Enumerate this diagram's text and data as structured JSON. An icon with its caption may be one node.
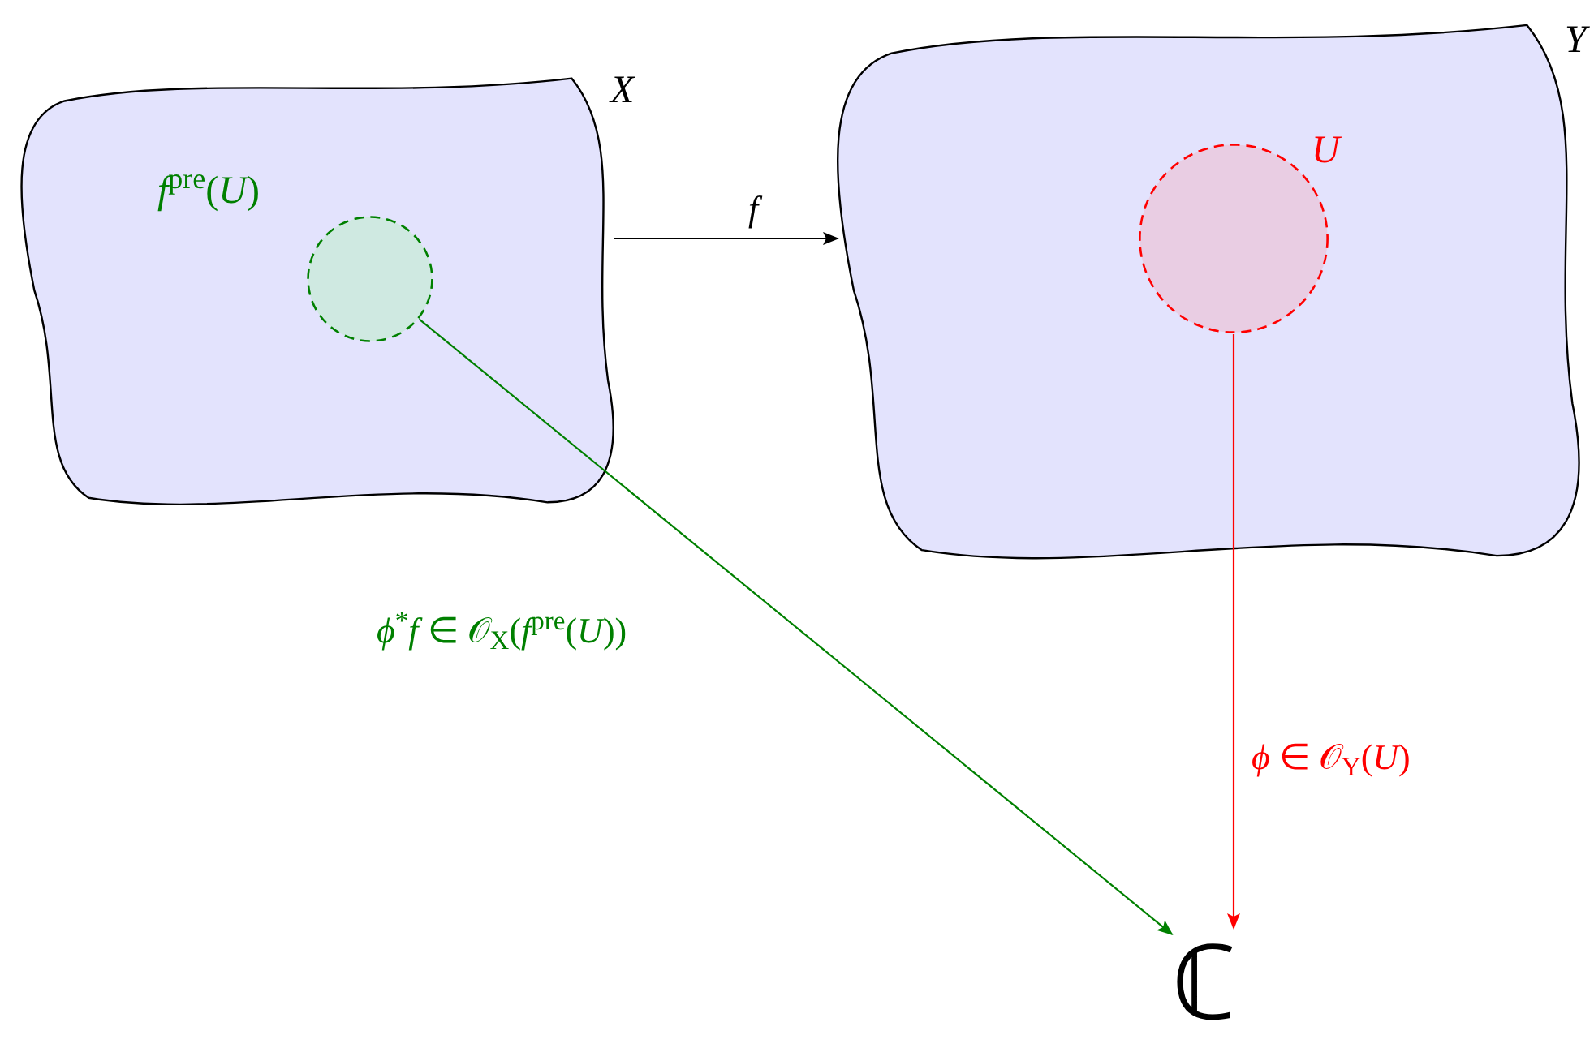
{
  "diagram": {
    "nodes": [
      {
        "text": [
          "*X*"
        ]
      },
      {
        "text": [
          "*f*$^{pre}$(*U*)"
        ],
        "in": 0
      },
      {
        "text": [
          "*Y*"
        ]
      },
      {
        "text": [
          "*U*"
        ],
        "in": 2
      },
      {
        "text": [
          "ℂ"
        ]
      }
    ],
    "edges": [
      {
        "from": 0,
        "to": 2,
        "arrow": "to",
        "label": "*f*"
      },
      {
        "from": 1,
        "to": 4,
        "arrow": "to",
        "label": "*ϕ*$^{*}$*f* ∈ 𝒪$_{X}$(*f*$^{pre}$(*U*))",
        "color": "#008000"
      },
      {
        "from": 3,
        "to": 4,
        "arrow": "to",
        "label": "*ϕ* ∈ 𝒪$_{Y}$(*U*)",
        "color": "#ff0000"
      }
    ]
  }
}
